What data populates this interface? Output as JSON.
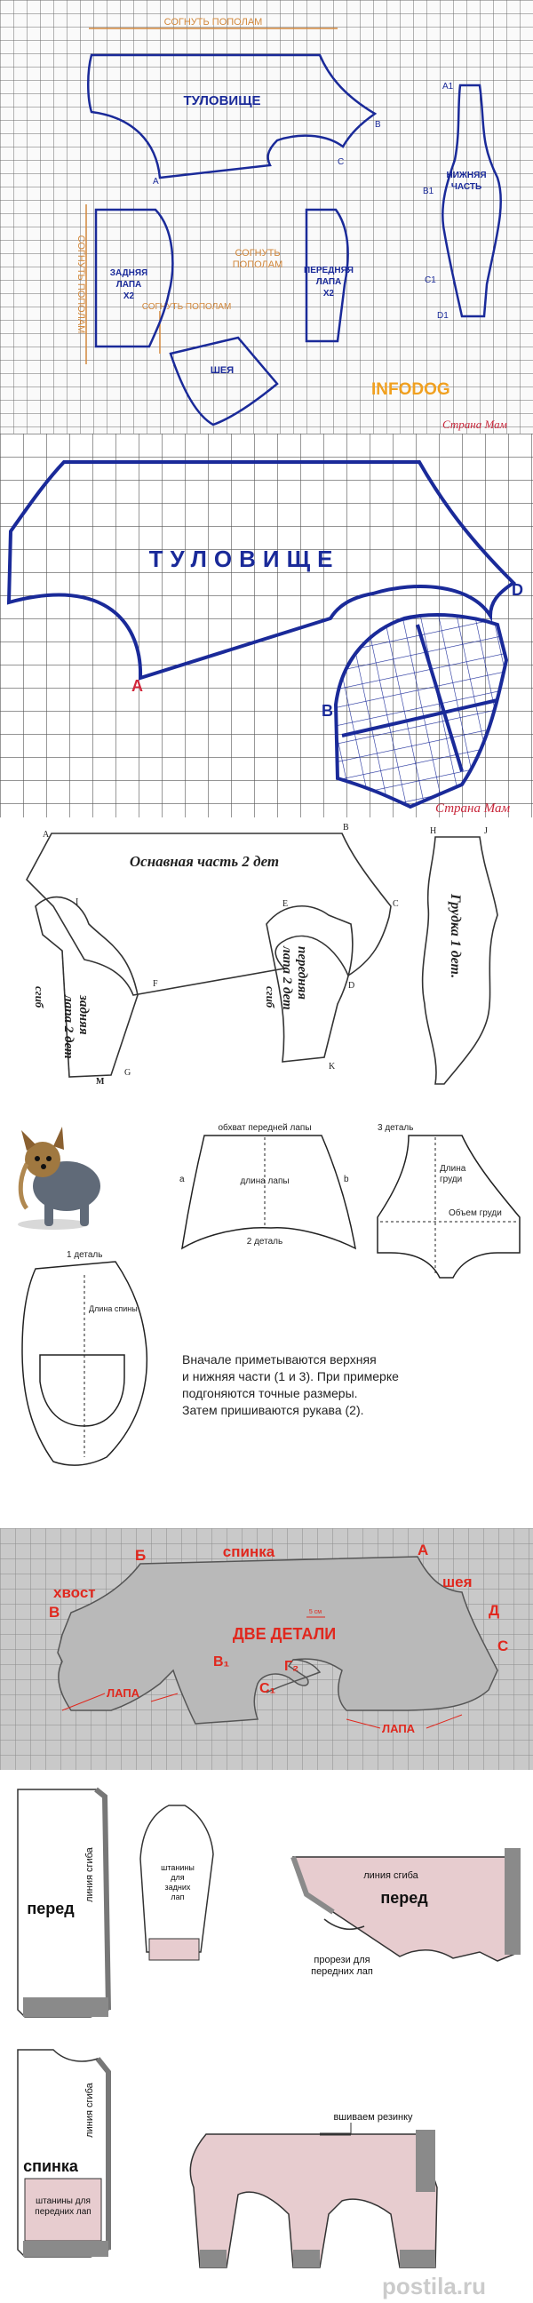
{
  "p1": {
    "fold_top": "СОГНУТЬ ПОПОЛАМ",
    "fold_left": "СОГНУТЬ ПОПОЛАМ",
    "fold_mid": "СОГНУТЬ\nПОПОЛАМ",
    "fold_small": "СОГНУТЬ ПОПОЛАМ",
    "torso": "ТУЛОВИЩЕ",
    "rear_leg": "ЗАДНЯЯ\nЛАПА\nX2",
    "front_leg": "ПЕРЕДНЯЯ\nЛАПА\nX2",
    "neck": "ШЕЯ",
    "bottom_part": "НИЖНЯЯ\nЧАСТЬ",
    "pt_a": "A",
    "pt_b": "B",
    "pt_c": "C",
    "pt_a1": "A1",
    "pt_b1": "B1",
    "pt_c1": "C1",
    "pt_d1": "D1",
    "logo": "INFODOG",
    "watermark": "Страна Мам"
  },
  "p2": {
    "torso": "ТУЛОВИЩЕ",
    "pt_a": "A",
    "pt_b": "B",
    "pt_d": "D",
    "watermark": "Страна Мам"
  },
  "p3": {
    "main": "Оснавная часть 2 дет",
    "chest": "Грудка 1 дет.",
    "rear_leg": "задняя\nлапа 2 дет",
    "front_leg": "передняя\nлапа 2 дет",
    "fold": "сгиб",
    "pts": [
      "A",
      "I",
      "B",
      "C",
      "D",
      "E",
      "F",
      "G",
      "H",
      "J",
      "K",
      "M"
    ]
  },
  "p4": {
    "sleeve_top": "обхват передней лапы",
    "sleeve_len": "длина лапы",
    "part2": "2 деталь",
    "part3": "3 деталь",
    "chest_len": "Длина\nгруди",
    "chest_girth": "Объем груди",
    "part1": "1 деталь",
    "back_len": "Длина спины",
    "a": "a",
    "b": "b",
    "instructions": "Вначале приметываются верхняя\nи нижняя части (1 и 3). При примерке\nподгоняются точные размеры.\nЗатем пришиваются рукава (2)."
  },
  "p5": {
    "back": "спинка",
    "tail": "хвост",
    "neck": "шея",
    "two_parts": "ДВЕ ДЕТАЛИ",
    "paw1": "ЛАПА",
    "paw2": "ЛАПА",
    "scale": "5 см",
    "pt_a": "А",
    "pt_b": "Б",
    "pt_v": "В",
    "pt_d": "Д",
    "pt_s": "С",
    "pt_v1": "В₁",
    "pt_g2": "Г₂",
    "pt_s1": "С₁"
  },
  "p6": {
    "front": "перед",
    "fold1": "линия сгиба",
    "rear_legs": "штанины\nдля\nзадних\nлап",
    "fold2": "линия сгиба",
    "front2": "перед",
    "slits": "прорези для\nпередних лап",
    "back": "спинка",
    "fold3": "линия сгиба",
    "front_legs": "штанины для\nпередних лап",
    "elastic": "вшиваем резинку",
    "watermark": "postila.ru"
  },
  "colors": {
    "grid": "#555555",
    "pattern_blue": "#1a2a99",
    "orange": "#d2883c",
    "red": "#e0281e",
    "pink": "#e7cccf",
    "gray_fill": "#b9b9b9"
  }
}
